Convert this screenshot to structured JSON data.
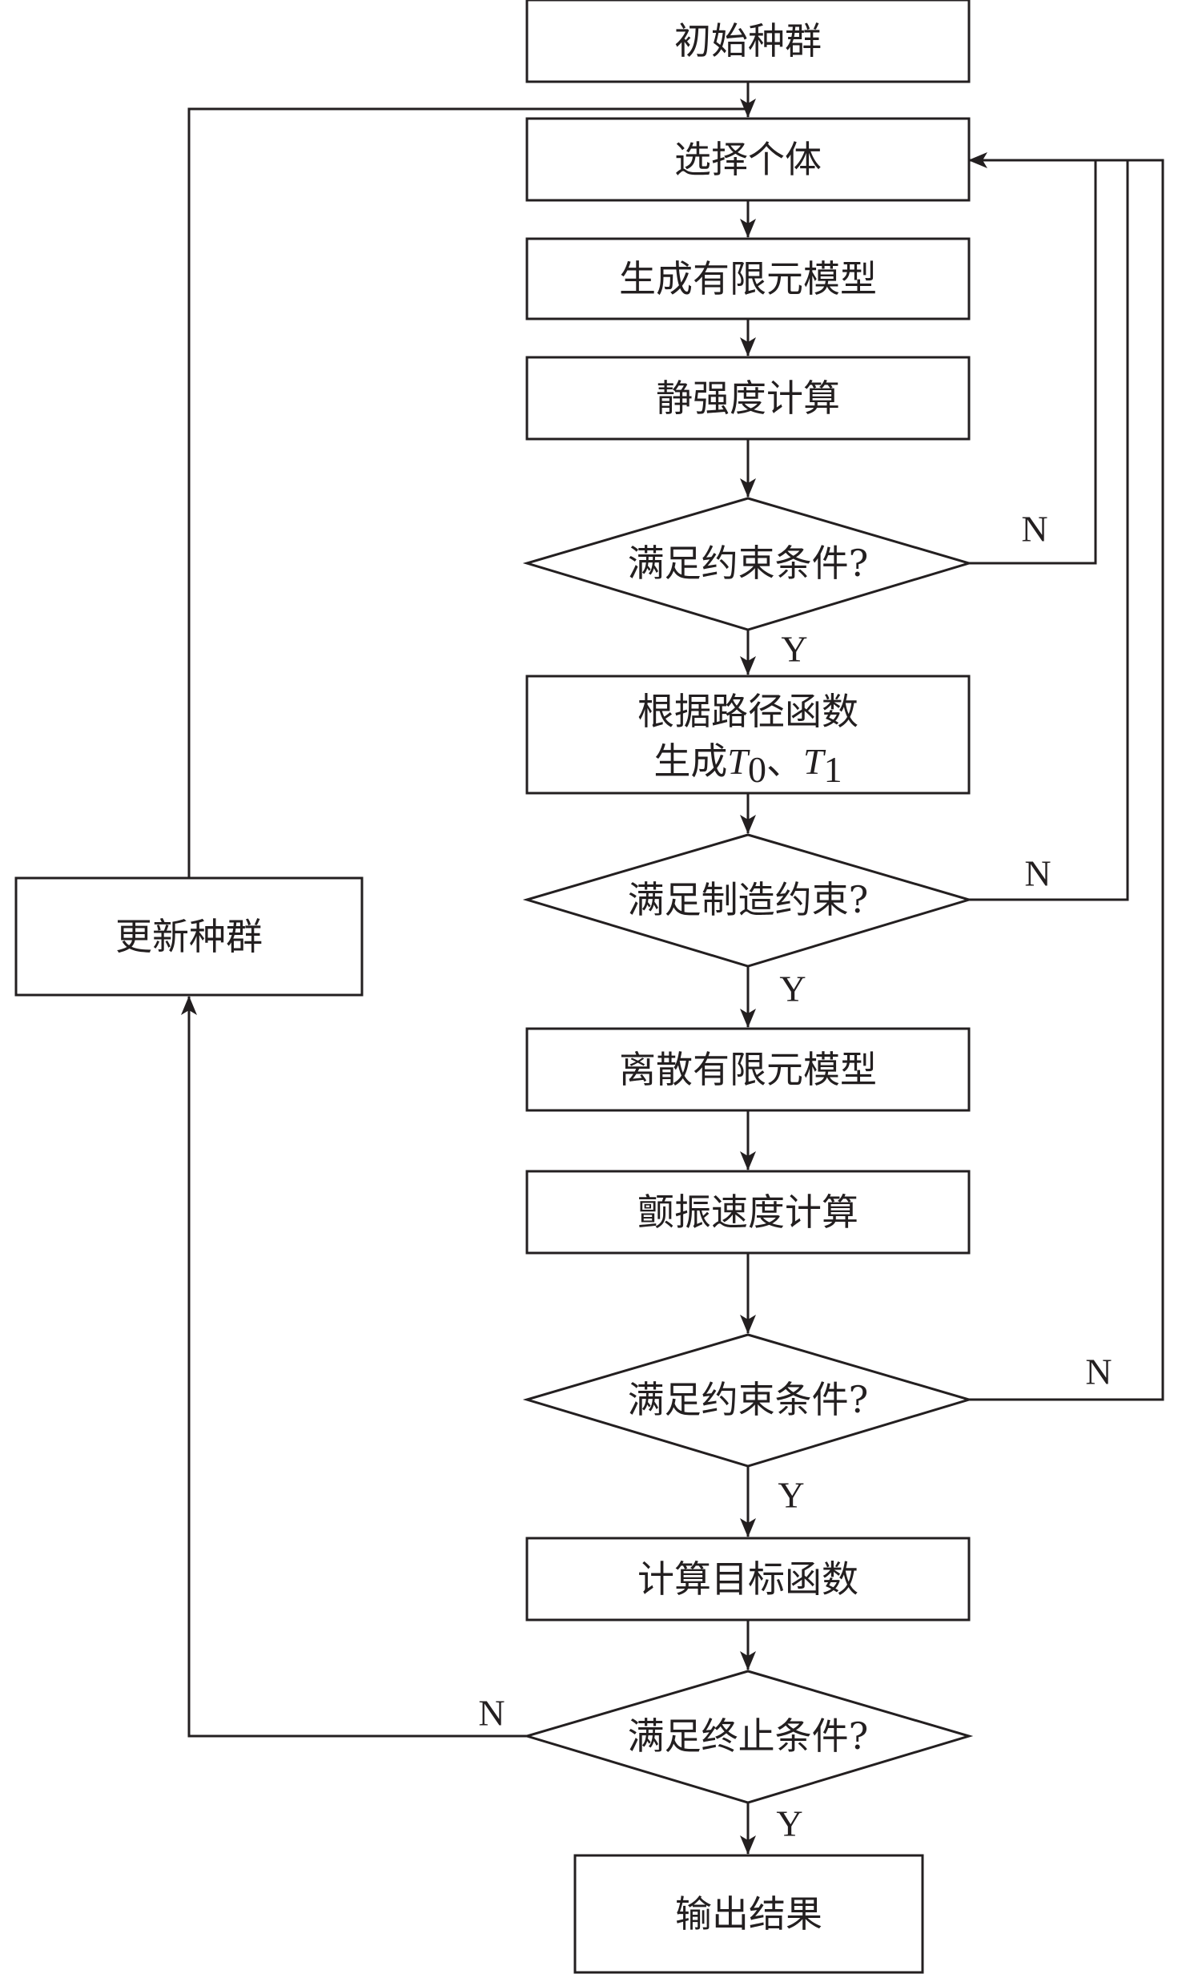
{
  "nodes": {
    "init_population": "初始种群",
    "select_individual": "选择个体",
    "gen_fe_model": "生成有限元模型",
    "static_strength": "静强度计算",
    "check_constraint_1": "满足约束条件?",
    "path_func_line1": "根据路径函数",
    "path_func_line2_prefix": "生成",
    "path_func_T": "T",
    "path_func_sub0": "0",
    "path_func_sep": "、",
    "path_func_sub1": "1",
    "check_manufacture": "满足制造约束?",
    "discrete_fe_model": "离散有限元模型",
    "flutter_speed": "颤振速度计算",
    "check_constraint_2": "满足约束条件?",
    "compute_objective": "计算目标函数",
    "check_termination": "满足终止条件?",
    "output_result": "输出结果",
    "update_population": "更新种群"
  },
  "edge_labels": {
    "yes": "Y",
    "no": "N"
  }
}
